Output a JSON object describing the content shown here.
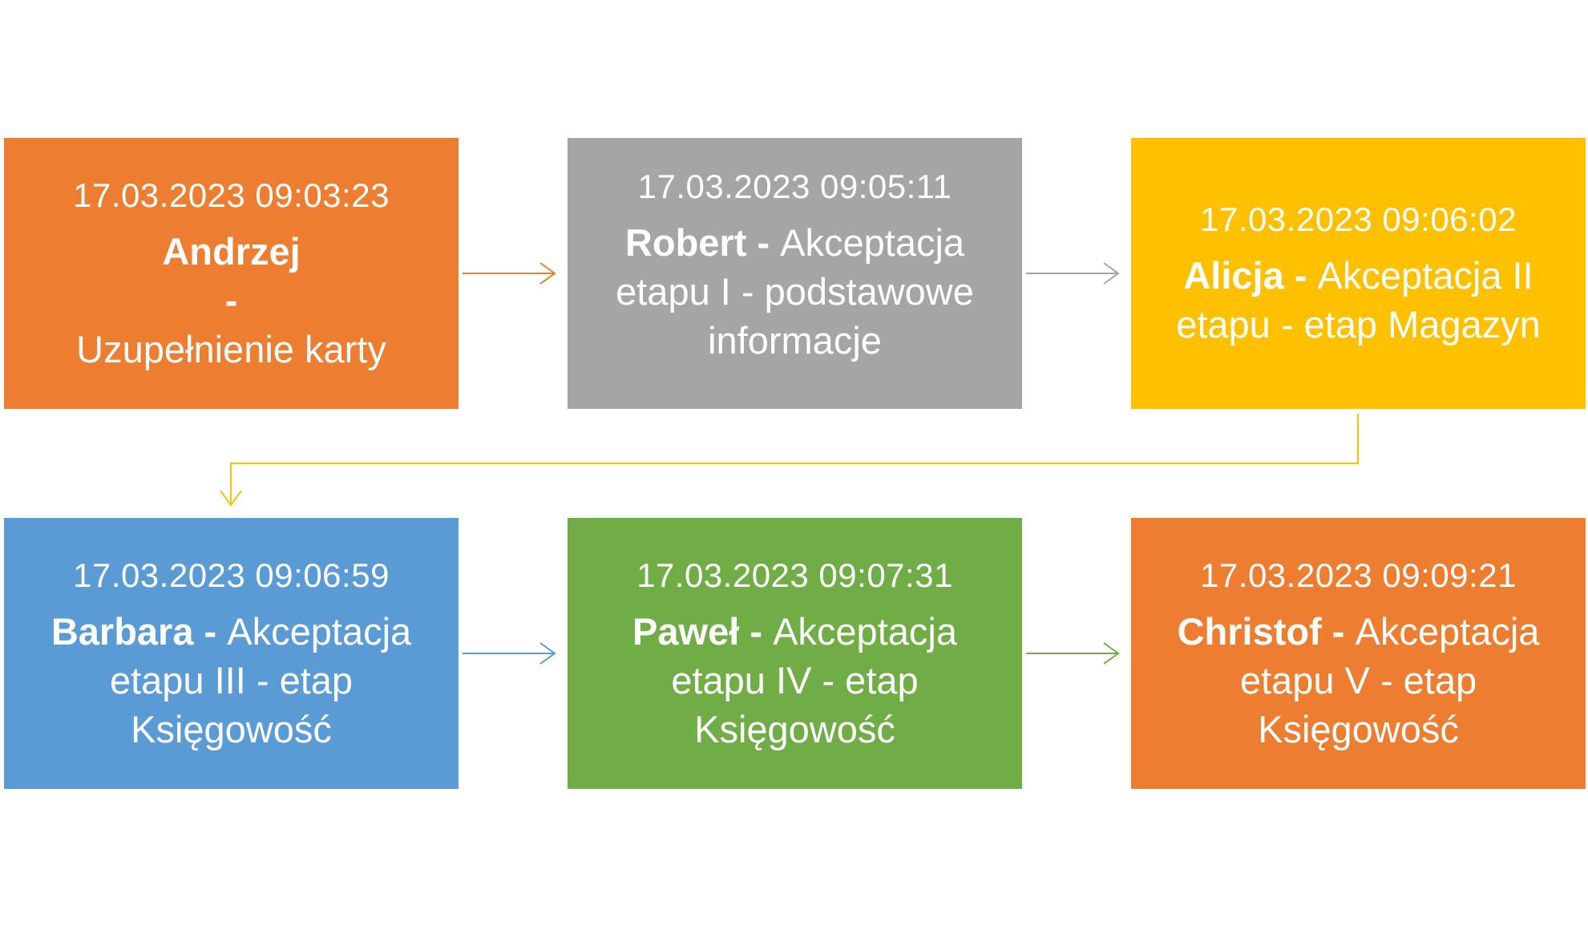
{
  "steps": [
    {
      "timestamp": "17.03.2023 09:03:23",
      "name": "Andrzej",
      "separator": " - ",
      "action": "Uzupełnienie karty",
      "color": "#ED7D31"
    },
    {
      "timestamp": "17.03.2023 09:05:11",
      "name": "Robert",
      "separator": " - ",
      "action": "Akceptacja etapu I - podstawowe informacje",
      "color": "#A5A5A5"
    },
    {
      "timestamp": "17.03.2023 09:06:02",
      "name": "Alicja",
      "separator": " - ",
      "action": "Akceptacja II etapu - etap Magazyn",
      "color": "#FFC000"
    },
    {
      "timestamp": "17.03.2023 09:06:59",
      "name": "Barbara",
      "separator": " - ",
      "action": "Akceptacja etapu III - etap Księgowość",
      "color": "#5B9BD5"
    },
    {
      "timestamp": "17.03.2023 09:07:31",
      "name": "Paweł",
      "separator": " - ",
      "action": "Akceptacja etapu IV - etap Księgowość",
      "color": "#70AD47"
    },
    {
      "timestamp": "17.03.2023 09:09:21",
      "name": "Christof",
      "separator": " - ",
      "action": "Akceptacja etapu V - etap Księgowość",
      "color": "#ED7D31"
    }
  ],
  "connectors": [
    {
      "from": 1,
      "to": 2,
      "color": "#ED7D31"
    },
    {
      "from": 2,
      "to": 3,
      "color": "#A5A5A5"
    },
    {
      "from": 3,
      "to": 4,
      "color": "#FFC000"
    },
    {
      "from": 4,
      "to": 5,
      "color": "#5B9BD5"
    },
    {
      "from": 5,
      "to": 6,
      "color": "#70AD47"
    }
  ]
}
